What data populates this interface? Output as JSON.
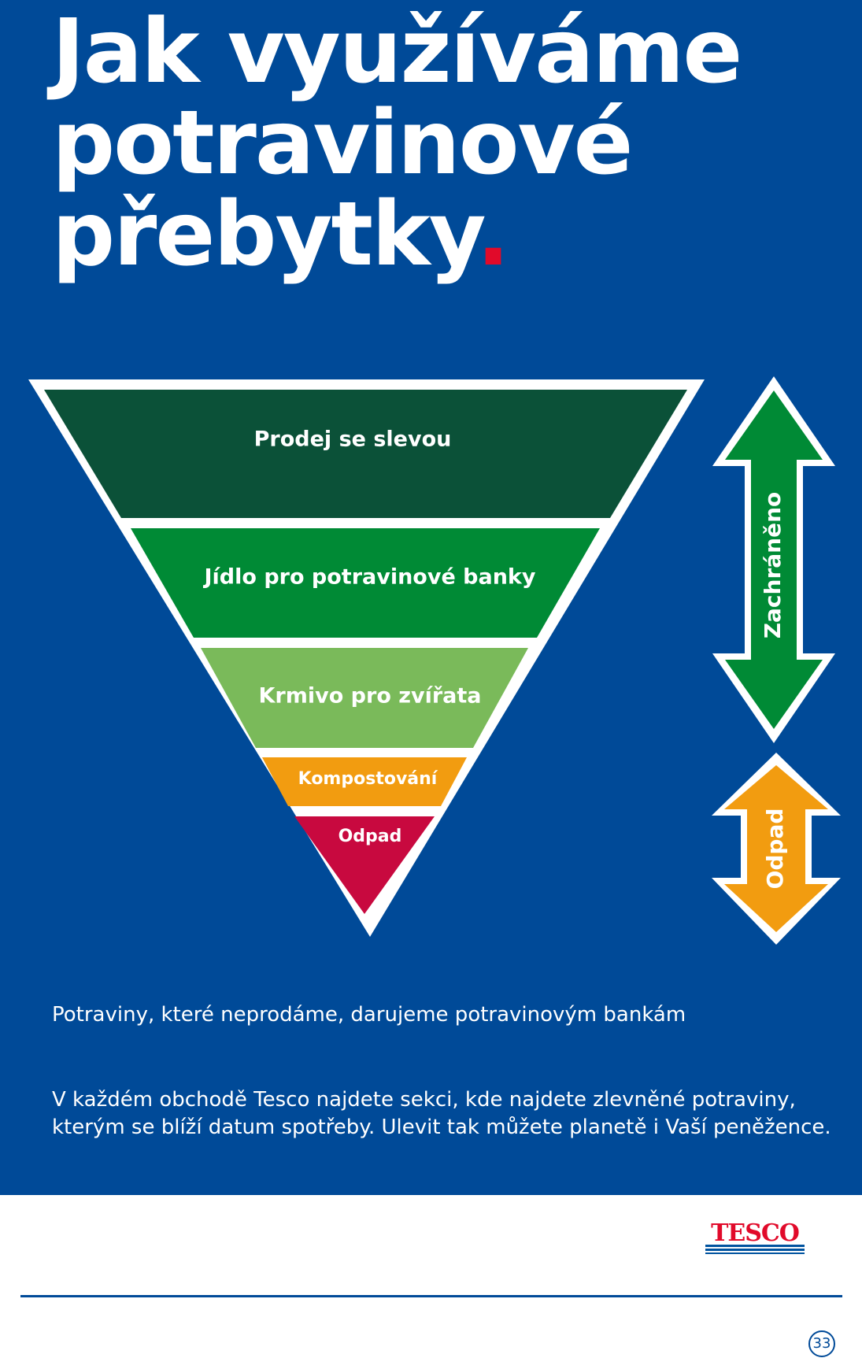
{
  "title": {
    "lines": [
      "Jak využíváme",
      "potravinové",
      "přebytky"
    ],
    "dot": ".",
    "dot_color": "#e10a2a"
  },
  "pyramid": {
    "levels": [
      {
        "label": "Prodej se slevou",
        "color": "#0b5138"
      },
      {
        "label": "Jídlo pro potravinové banky",
        "color": "#008a35"
      },
      {
        "label": "Krmivo pro zvířata",
        "color": "#7aba5a"
      },
      {
        "label": "Kompostování",
        "color": "#f29c10"
      },
      {
        "label": "Odpad",
        "color": "#c8093f"
      }
    ]
  },
  "arrows": {
    "saved": {
      "label": "Zachráněno",
      "color": "#008a35"
    },
    "waste": {
      "label": "Odpad",
      "color": "#f29c10"
    }
  },
  "paragraphs": {
    "p1": "Potraviny, které neprodáme, darujeme potravinovým bankám",
    "p2_line1": "V každém obchodě Tesco najdete sekci, kde najdete zlevněné potraviny,",
    "p2_line2": "kterým se blíží datum spotřeby. Ulevit tak můžete planetě i Vaší peněžence."
  },
  "logo": {
    "text": "TESCO",
    "color": "#e10a2a",
    "stripe_color": "#00539f"
  },
  "page_number": "33",
  "colors": {
    "background": "#004a98",
    "text": "#ffffff"
  }
}
